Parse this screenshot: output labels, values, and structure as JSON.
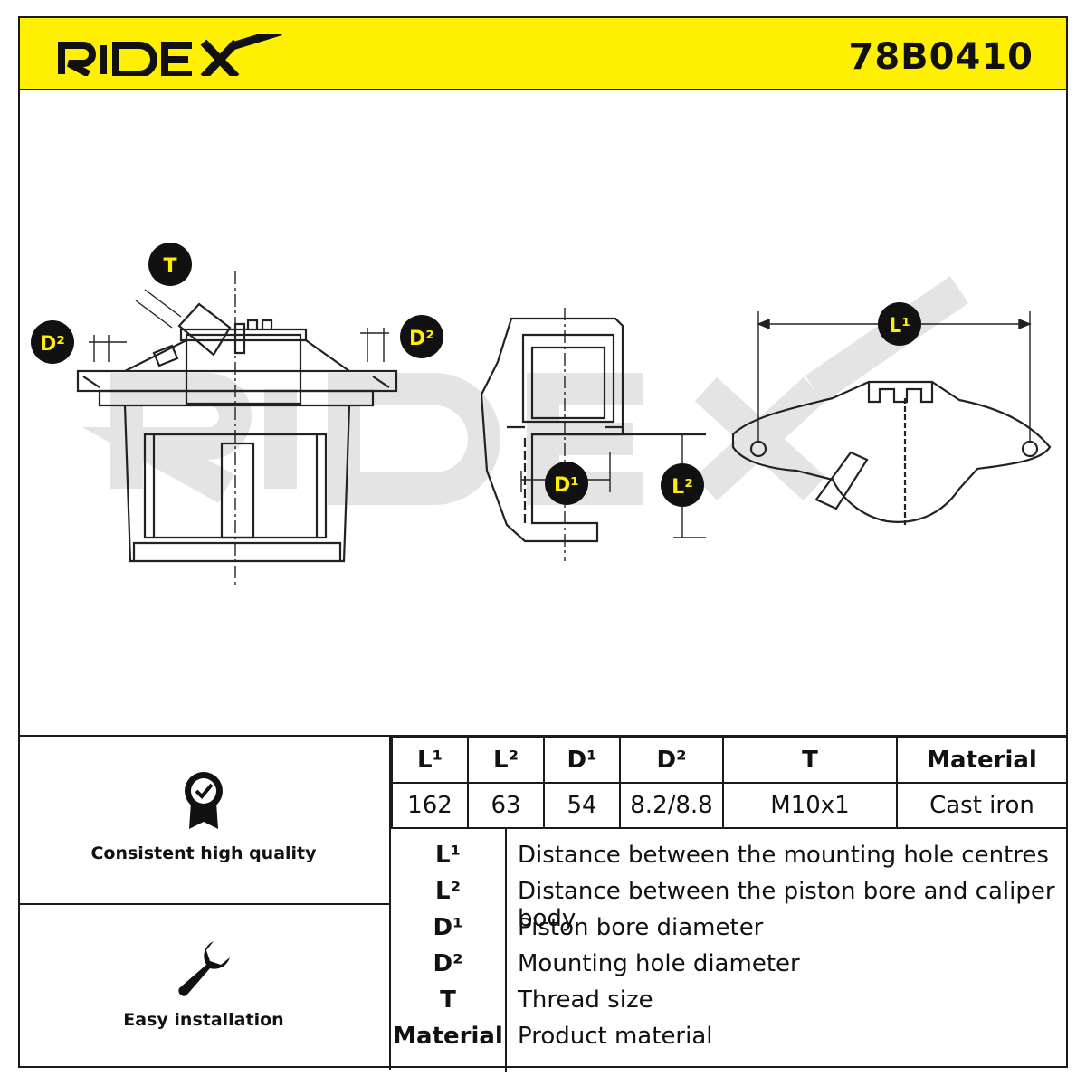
{
  "header": {
    "brand": "RIDEX",
    "part_number": "78B0410",
    "accent_color": "#ffef00"
  },
  "drawing": {
    "watermark": "RIDEX",
    "markers": {
      "d2_left": "D²",
      "d2_right": "D²",
      "t": "T",
      "d1": "D¹",
      "l2": "L²",
      "l1": "L¹"
    }
  },
  "features": [
    {
      "label": "Consistent high quality",
      "icon": "quality-badge-icon"
    },
    {
      "label": "Easy installation",
      "icon": "wrench-icon"
    }
  ],
  "spec_table": {
    "headers": [
      "L¹",
      "L²",
      "D¹",
      "D²",
      "T",
      "Material"
    ],
    "values": [
      "162",
      "63",
      "54",
      "8.2/8.8",
      "M10x1",
      "Cast iron"
    ]
  },
  "legend": [
    {
      "symbol": "L¹",
      "text": "Distance between the mounting hole centres"
    },
    {
      "symbol": "L²",
      "text": "Distance between the piston bore and caliper body"
    },
    {
      "symbol": "D¹",
      "text": "Piston bore diameter"
    },
    {
      "symbol": "D²",
      "text": "Mounting hole diameter"
    },
    {
      "symbol": "T",
      "text": "Thread size"
    },
    {
      "symbol": "Material",
      "text": "Product material"
    }
  ]
}
